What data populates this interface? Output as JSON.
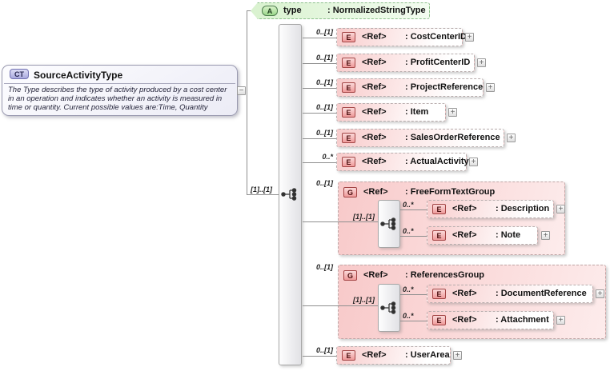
{
  "complex_type": {
    "badge": "CT",
    "title": "SourceActivityType",
    "annotation": "The Type describes the type of activity produced by a cost center in an operation and indicates whether an activity is measured in time or quantity. Current possible values are:Time, Quantity"
  },
  "attribute": {
    "badge": "A",
    "name": "type",
    "type": ": NormalizedStringType"
  },
  "root": {
    "cardinality": "[1]..[1]"
  },
  "controls": {
    "expand": "+",
    "collapse": "−"
  },
  "elements": [
    {
      "cardinality": "0..[1]",
      "badge": "E",
      "ref": "<Ref>",
      "type": ": CostCenterID"
    },
    {
      "cardinality": "0..[1]",
      "badge": "E",
      "ref": "<Ref>",
      "type": ": ProfitCenterID"
    },
    {
      "cardinality": "0..[1]",
      "badge": "E",
      "ref": "<Ref>",
      "type": ": ProjectReference"
    },
    {
      "cardinality": "0..[1]",
      "badge": "E",
      "ref": "<Ref>",
      "type": ": Item"
    },
    {
      "cardinality": "0..[1]",
      "badge": "E",
      "ref": "<Ref>",
      "type": ": SalesOrderReference"
    },
    {
      "cardinality": "0..*",
      "badge": "E",
      "ref": "<Ref>",
      "type": ": ActualActivity"
    },
    {
      "cardinality": "0..[1]",
      "badge": "E",
      "ref": "<Ref>",
      "type": ": UserArea"
    }
  ],
  "groups": [
    {
      "cardinality": "0..[1]",
      "badge": "G",
      "ref": "<Ref>",
      "type": ": FreeFormTextGroup",
      "compositor_cardinality": "[1]..[1]",
      "children": [
        {
          "cardinality": "0..*",
          "badge": "E",
          "ref": "<Ref>",
          "type": ": Description"
        },
        {
          "cardinality": "0..*",
          "badge": "E",
          "ref": "<Ref>",
          "type": ": Note"
        }
      ]
    },
    {
      "cardinality": "0..[1]",
      "badge": "G",
      "ref": "<Ref>",
      "type": ": ReferencesGroup",
      "compositor_cardinality": "[1]..[1]",
      "children": [
        {
          "cardinality": "0..*",
          "badge": "E",
          "ref": "<Ref>",
          "type": ": DocumentReference"
        },
        {
          "cardinality": "0..*",
          "badge": "E",
          "ref": "<Ref>",
          "type": ": Attachment"
        }
      ]
    }
  ],
  "colors": {
    "element_fill": "#f8cccc",
    "group_fill": "#f8c9c9",
    "attribute_fill": "#d9f2cf",
    "complex_fill": "#ececf6",
    "connector": "#8f8f8f"
  }
}
